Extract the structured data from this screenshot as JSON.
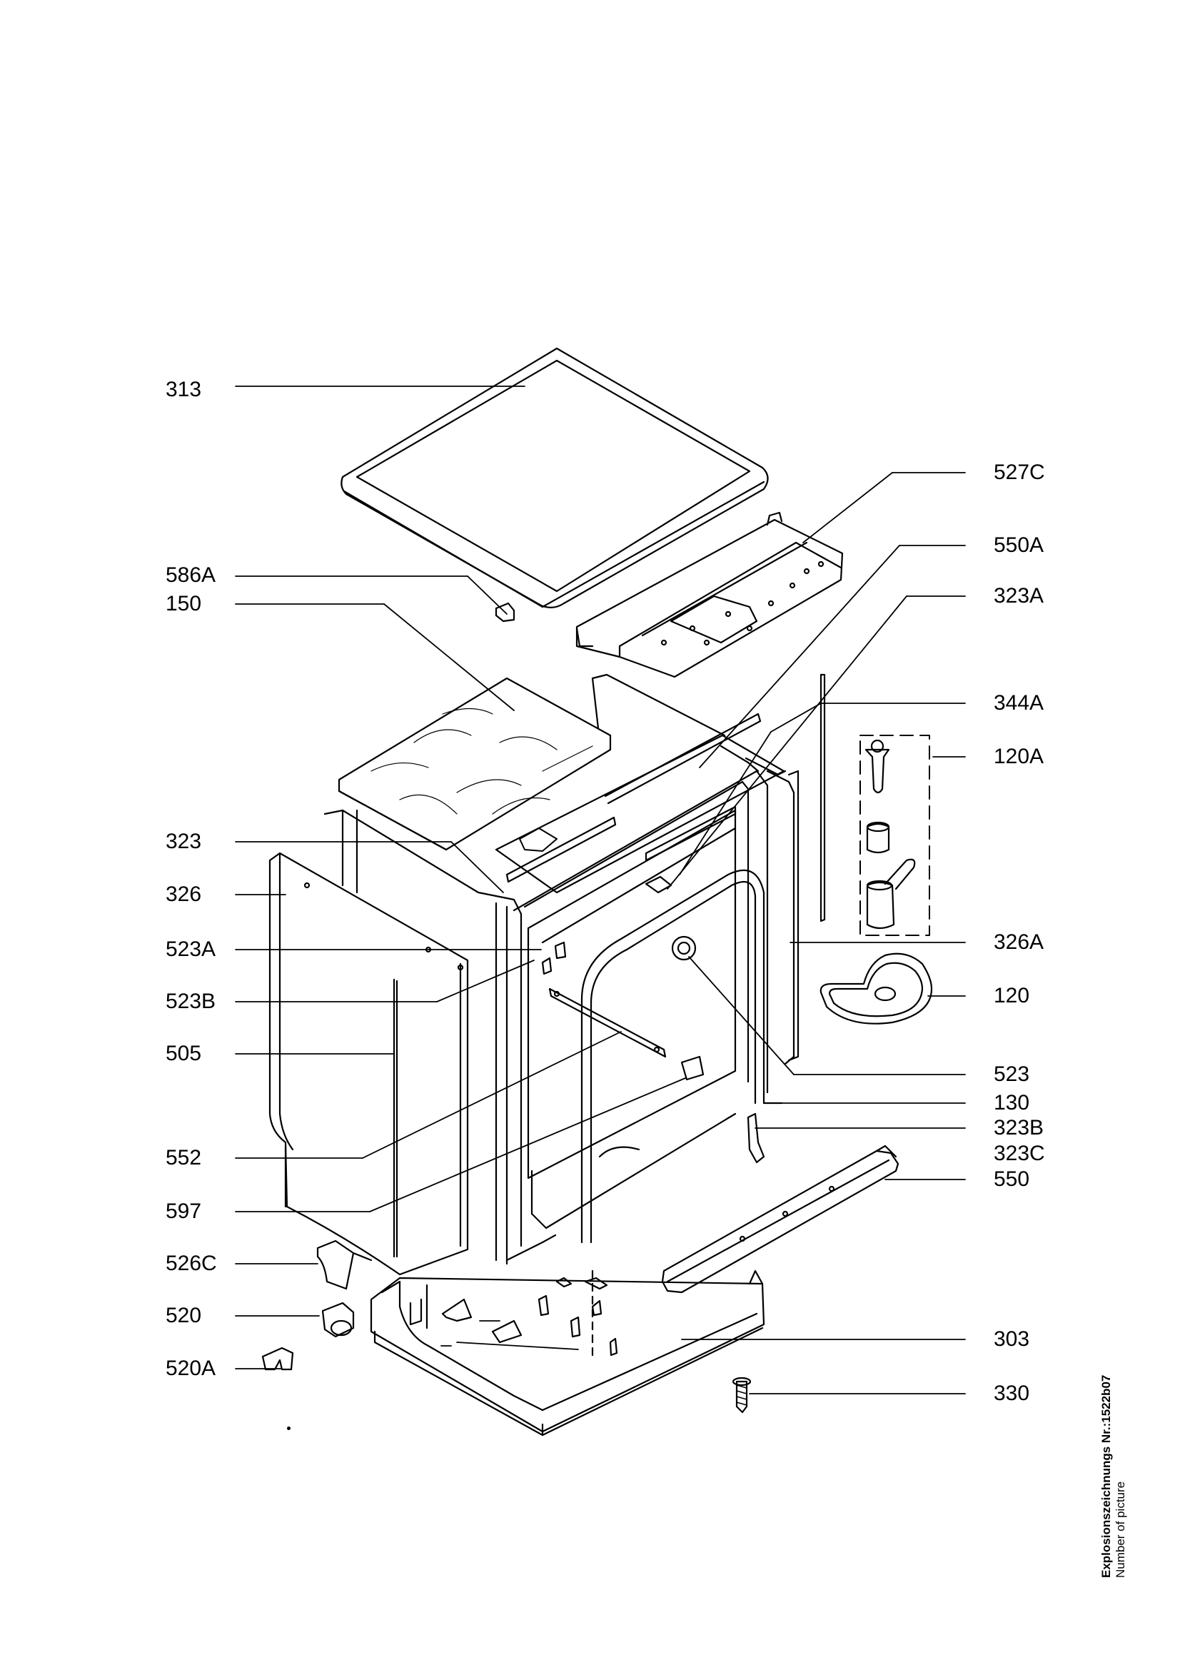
{
  "labels_left": [
    {
      "id": "313"
    },
    {
      "id": "586A"
    },
    {
      "id": "150"
    },
    {
      "id": "323"
    },
    {
      "id": "326"
    },
    {
      "id": "523A"
    },
    {
      "id": "523B"
    },
    {
      "id": "505"
    },
    {
      "id": "552"
    },
    {
      "id": "597"
    },
    {
      "id": "526C"
    },
    {
      "id": "520"
    },
    {
      "id": "520A"
    }
  ],
  "labels_right": [
    {
      "id": "527C"
    },
    {
      "id": "550A"
    },
    {
      "id": "323A"
    },
    {
      "id": "344A"
    },
    {
      "id": "120A"
    },
    {
      "id": "326A"
    },
    {
      "id": "120"
    },
    {
      "id": "523"
    },
    {
      "id": "130"
    },
    {
      "id": "323B"
    },
    {
      "id": "323C"
    },
    {
      "id": "550"
    },
    {
      "id": "303"
    },
    {
      "id": "330"
    }
  ],
  "caption": {
    "line1": "Explosionszeichnungs Nr.:1522b07",
    "line2": "Number of picture"
  }
}
